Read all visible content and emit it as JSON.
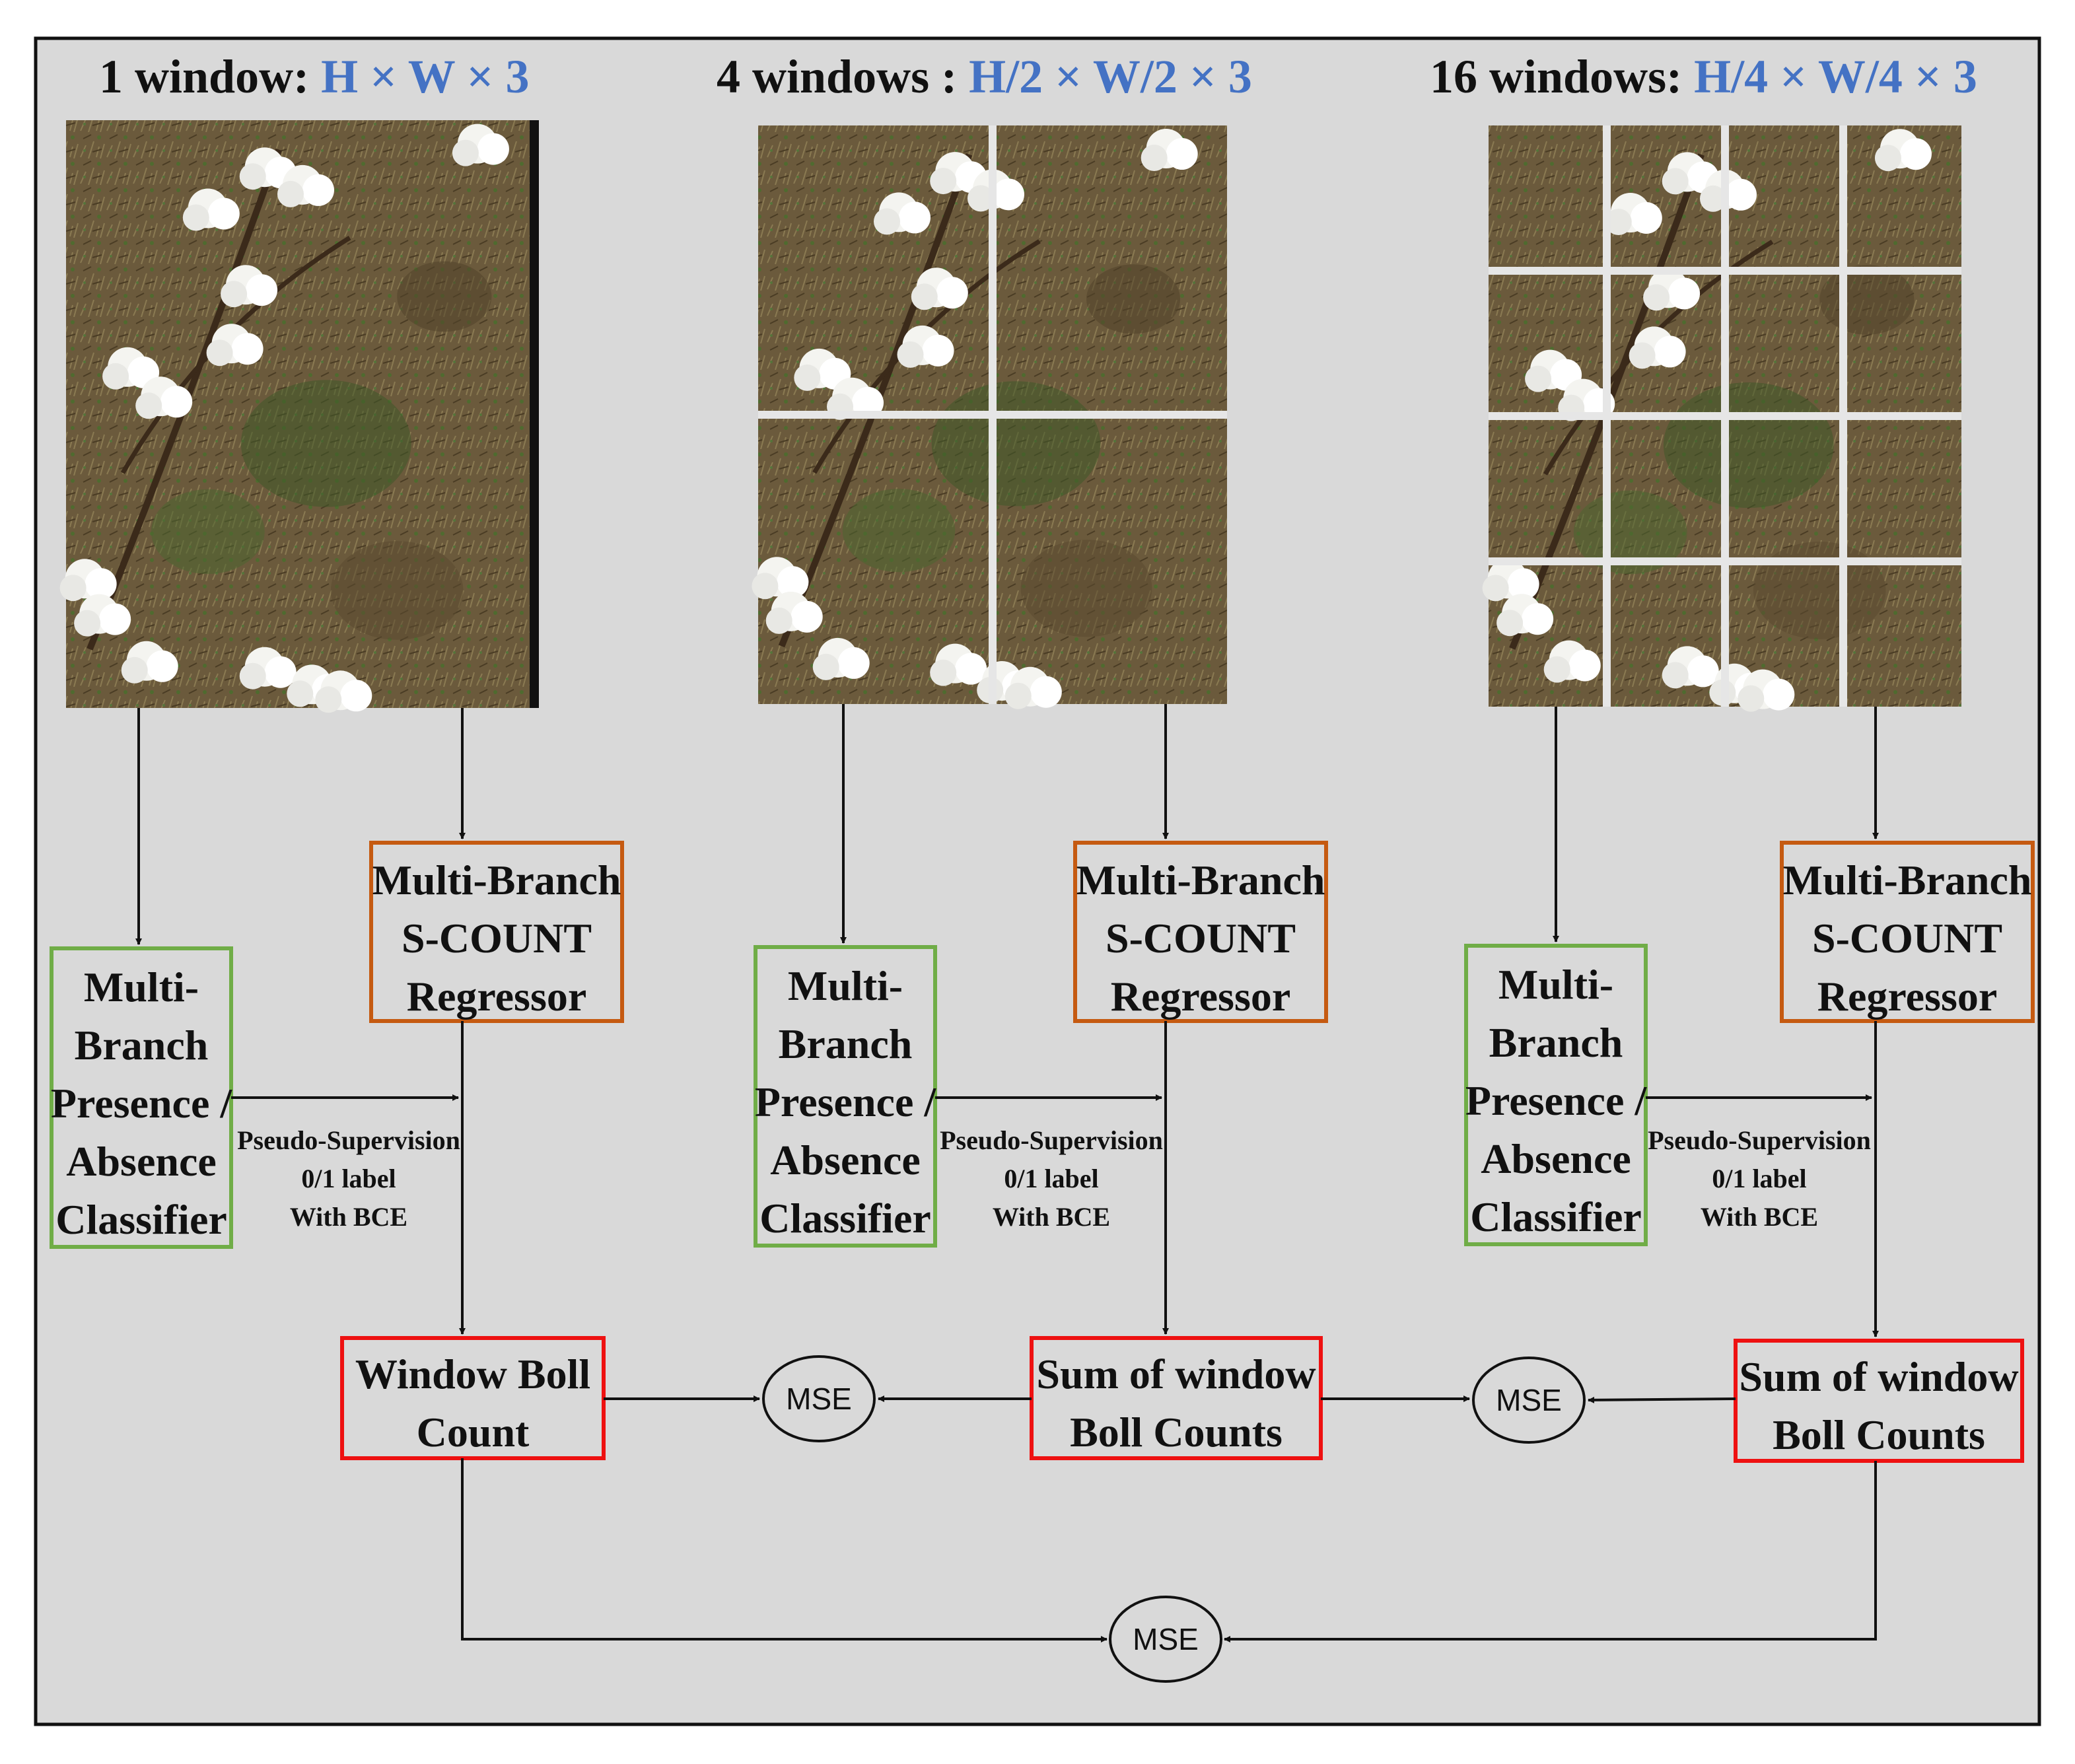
{
  "colors": {
    "panel_background": "#d9d9d9",
    "dimension_blue": "#4472c4",
    "classifier_border": "#70ad47",
    "regressor_border": "#c55a11",
    "count_border": "#ee1111",
    "text": "#111111"
  },
  "columns": [
    {
      "heading_prefix": "1 window: ",
      "heading_dims": "H × W × 3",
      "image_alt": "cotton-field-photo",
      "grid_splits": 1,
      "classifier_lines": [
        "Multi-",
        "Branch",
        "Presence /",
        "Absence",
        "Classifier"
      ],
      "regressor_lines": [
        "Multi-Branch",
        "S-COUNT",
        "Regressor"
      ],
      "pseudo_lines": [
        "Pseudo-Supervision",
        "0/1 label",
        "With BCE"
      ],
      "count_lines": [
        "Window Boll",
        "Count"
      ]
    },
    {
      "heading_prefix": "4 windows : ",
      "heading_dims": "H/2 × W/2 × 3",
      "image_alt": "cotton-field-photo-2x2-windows",
      "grid_splits": 2,
      "classifier_lines": [
        "Multi-",
        "Branch",
        "Presence /",
        "Absence",
        "Classifier"
      ],
      "regressor_lines": [
        "Multi-Branch",
        "S-COUNT",
        "Regressor"
      ],
      "pseudo_lines": [
        "Pseudo-Supervision",
        "0/1 label",
        "With BCE"
      ],
      "count_lines": [
        "Sum of window",
        "Boll Counts"
      ]
    },
    {
      "heading_prefix": "16 windows: ",
      "heading_dims": "H/4 × W/4 × 3",
      "image_alt": "cotton-field-photo-4x4-windows",
      "grid_splits": 4,
      "classifier_lines": [
        "Multi-",
        "Branch",
        "Presence /",
        "Absence",
        "Classifier"
      ],
      "regressor_lines": [
        "Multi-Branch",
        "S-COUNT",
        "Regressor"
      ],
      "pseudo_lines": [
        "Pseudo-Supervision",
        "0/1 label",
        "With BCE"
      ],
      "count_lines": [
        "Sum of window",
        "Boll Counts"
      ]
    }
  ],
  "mse_nodes": [
    {
      "label": "MSE"
    },
    {
      "label": "MSE"
    },
    {
      "label": "MSE"
    }
  ]
}
